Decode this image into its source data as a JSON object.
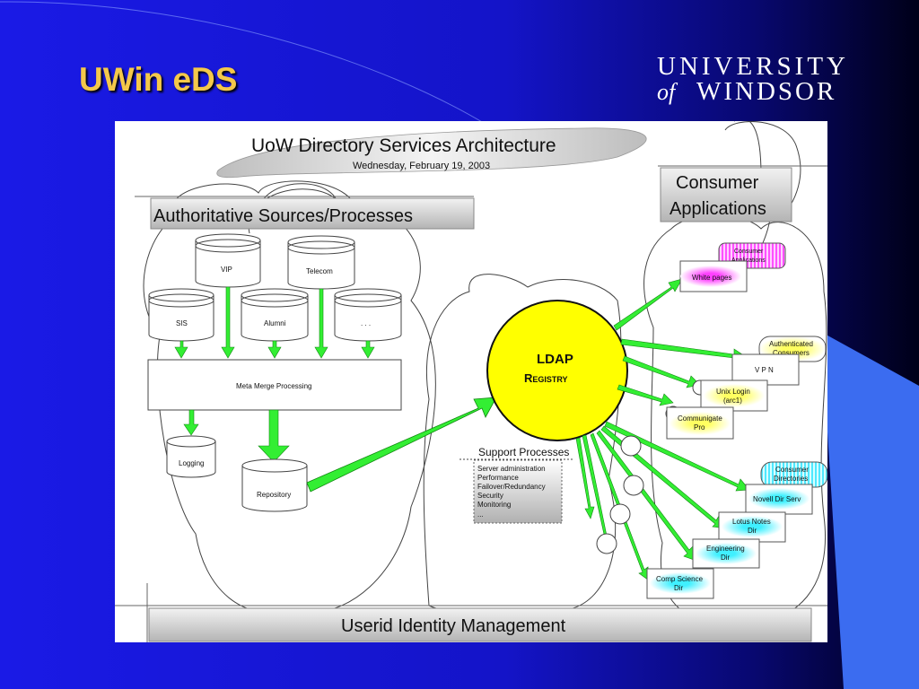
{
  "slide": {
    "title": "UWin eDS",
    "logo": {
      "line1": "University",
      "of": "of",
      "line2": "Windsor"
    },
    "colors": {
      "background": "#1818e8",
      "title": "#f4c84a",
      "ldap_fill": "#ffff00",
      "arrow": "#33ee33"
    }
  },
  "diagram": {
    "title": "UoW Directory Services Architecture",
    "date": "Wednesday, February 19, 2003",
    "authoritative_header": "Authoritative Sources/Processes",
    "consumer_header_line1": "Consumer",
    "consumer_header_line2": "Applications",
    "sources": {
      "vip": "VIP",
      "telecom": "Telecom",
      "sis": "SIS",
      "alumni": "Alumni",
      "more": ". . ."
    },
    "meta_merge": "Meta Merge Processing",
    "logging": "Logging",
    "repository": "Repository",
    "ldap_line1": "LDAP",
    "ldap_line2": "Registry",
    "support": {
      "title": "Support Processes",
      "items": [
        "Server administration",
        "Performance",
        "Failover/Redundancy",
        "Security",
        "Monitoring",
        "..."
      ]
    },
    "consumer_apps_label": [
      "Consumer",
      "Applications"
    ],
    "white_pages": "White pages",
    "authenticated_label": [
      "Authenticated",
      "Consumers"
    ],
    "vpn": "V P N",
    "unix_login": [
      "Unix Login",
      "(arc1)"
    ],
    "communigate": [
      "Communigate",
      "Pro"
    ],
    "consumer_directories_label": [
      "Consumer",
      "Directories"
    ],
    "novell": "Novell Dir Serv",
    "lotus": [
      "Lotus Notes",
      "Dir"
    ],
    "engineering": [
      "Engineering",
      "Dir"
    ],
    "compsci": [
      "Comp Science",
      "Dir"
    ],
    "userid_bar": "Userid Identity Management"
  }
}
